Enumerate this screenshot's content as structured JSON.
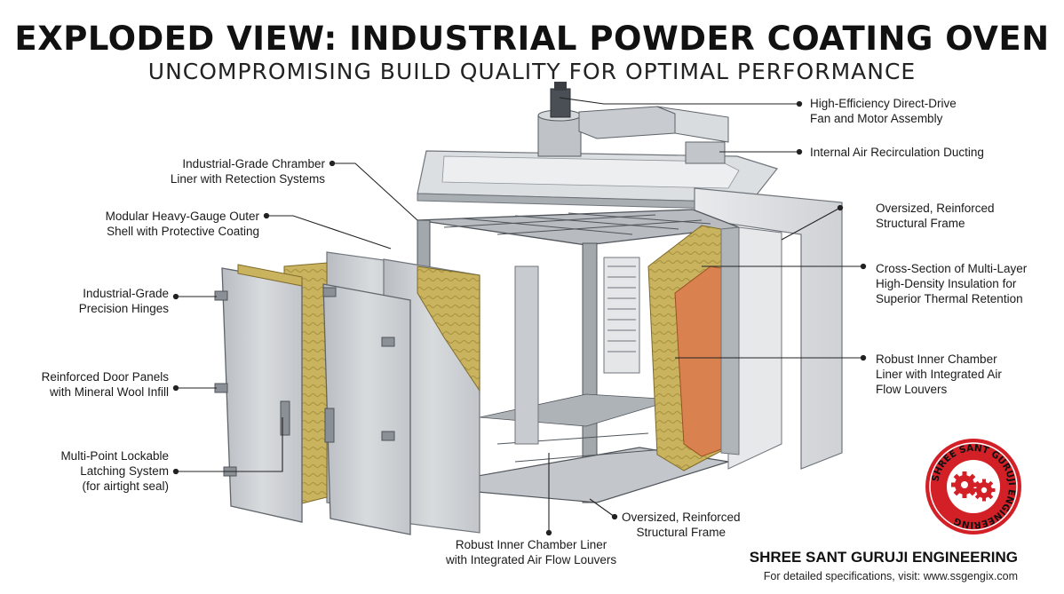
{
  "header": {
    "title": "EXPLODED VIEW: INDUSTRIAL POWDER COATING OVEN",
    "subtitle": "UNCOMPROMISING BUILD QUALITY FOR OPTIMAL PERFORMANCE"
  },
  "callouts": {
    "fan": [
      "High-Efficiency Direct-Drive",
      "Fan and Motor Assembly"
    ],
    "ducting": [
      "Internal Air Recirculation Ducting"
    ],
    "chamber_liner": [
      "Industrial-Grade Chramber",
      "Liner with Retection Systems"
    ],
    "outer_shell": [
      "Modular Heavy-Gauge Outer",
      "Shell with Protective Coating"
    ],
    "hinges": [
      "Industrial-Grade",
      "Precision Hinges"
    ],
    "door_panels": [
      "Reinforced Door Panels",
      "with Mineral Wool Infill"
    ],
    "latching": [
      "Multi-Point Lockable",
      "Latching System",
      "(for airtight seal)"
    ],
    "frame_right": [
      "Oversized, Reinforced",
      "Structural Frame"
    ],
    "insulation": [
      "Cross-Section of Multi-Layer",
      "High-Density Insulation for",
      "Superior Thermal Retention"
    ],
    "inner_liner_right": [
      "Robust Inner Chamber",
      "Liner with Integrated Air",
      "Flow Louvers"
    ],
    "frame_bottom": [
      "Oversized, Reinforced",
      "Structural Frame"
    ],
    "inner_liner_bottom": [
      "Robust Inner Chamber Liner",
      "with Integrated Air Flow Louvers"
    ]
  },
  "footer": {
    "company": "SHREE SANT GURUJI ENGINEERING",
    "website": "For detailed specifications, visit: www.ssgengix.com"
  },
  "seal": {
    "text": "SHREE SANT GURUJI ENGINEERING"
  },
  "colors": {
    "seal_red": "#d32027",
    "insulation": "#c9b35e",
    "heat_layer": "#d9824f",
    "panel": "#c9ccd0",
    "frame": "#9aa0a6"
  }
}
